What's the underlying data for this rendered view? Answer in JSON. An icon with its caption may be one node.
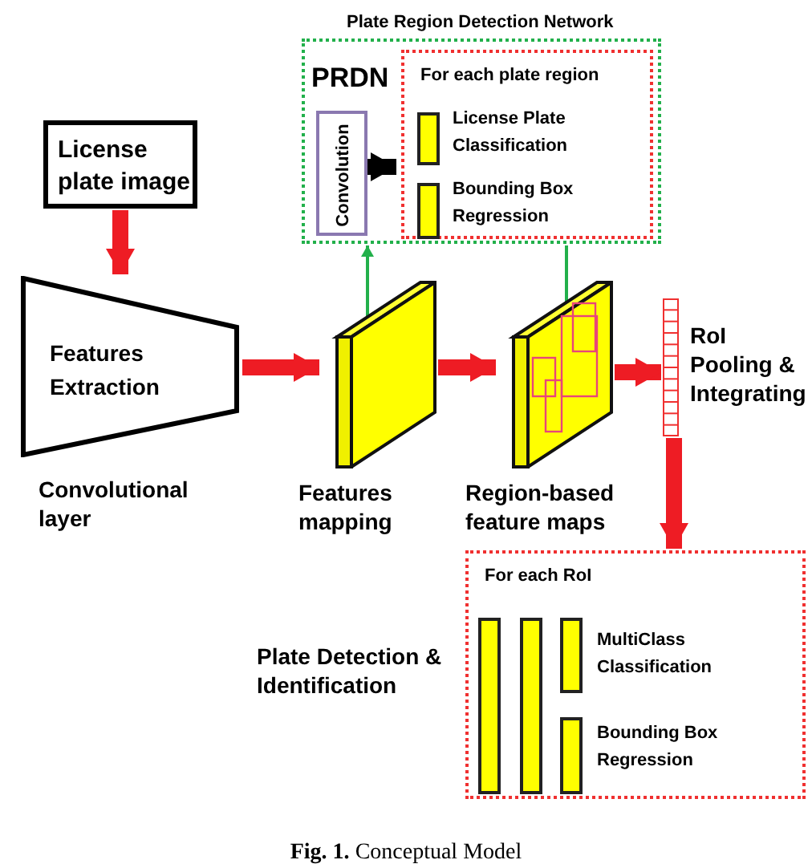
{
  "diagram": {
    "caption": "**Fig. 1.** Conceptual Model",
    "nodes": [
      {
        "text": [
          "Plate Region Detection Network",
          "PRDN"
        ]
      },
      {
        "text": [
          "Convolution"
        ],
        "in": 0
      },
      {
        "text": [
          "For each plate region"
        ],
        "in": 0
      },
      {
        "text": [],
        "shape": "bar",
        "in": 2,
        "beside": [
          "License Plate Classification"
        ]
      },
      {
        "text": [],
        "shape": "bar",
        "in": 2,
        "beside": [
          "Bounding Box Regression"
        ]
      },
      {
        "text": [
          "License plate image"
        ]
      },
      {
        "text": [
          "Features Extraction"
        ],
        "beside": [
          "Convolutional layer"
        ]
      },
      {
        "text": [],
        "shape": "box",
        "beside": [
          "Features mapping"
        ]
      },
      {
        "text": [],
        "shape": "box",
        "beside": [
          "Region-based feature maps"
        ]
      },
      {
        "text": [],
        "shape": "bar",
        "beside": [
          "RoI Pooling & Integrating"
        ]
      },
      {
        "text": [
          "For each RoI"
        ],
        "beside": [
          "Plate Detection & Identification"
        ]
      },
      {
        "text": [],
        "shape": "bar",
        "in": 10
      },
      {
        "text": [],
        "shape": "bar",
        "in": 10
      },
      {
        "text": [],
        "shape": "bar",
        "in": 10,
        "beside": [
          "MultiClass Classification"
        ]
      },
      {
        "text": [],
        "shape": "bar",
        "in": 10,
        "beside": [
          "Bounding Box Regression"
        ]
      }
    ],
    "edges": [
      {
        "from": 1,
        "to": 2,
        "arrow": "to",
        "color": "#000000"
      },
      {
        "from": 5,
        "to": 6,
        "arrow": "to"
      },
      {
        "from": 6,
        "to": 7,
        "arrow": "to"
      },
      {
        "from": 7,
        "to": 8,
        "arrow": "to"
      },
      {
        "from": 8,
        "to": 9,
        "arrow": "to"
      },
      {
        "from": 9,
        "to": 10,
        "arrow": "to"
      },
      {
        "from": 7,
        "to": 0,
        "arrow": "to",
        "color": "#22b04b"
      },
      {
        "from": 0,
        "to": 8,
        "arrow": "to",
        "color": "#22b04b"
      }
    ]
  }
}
